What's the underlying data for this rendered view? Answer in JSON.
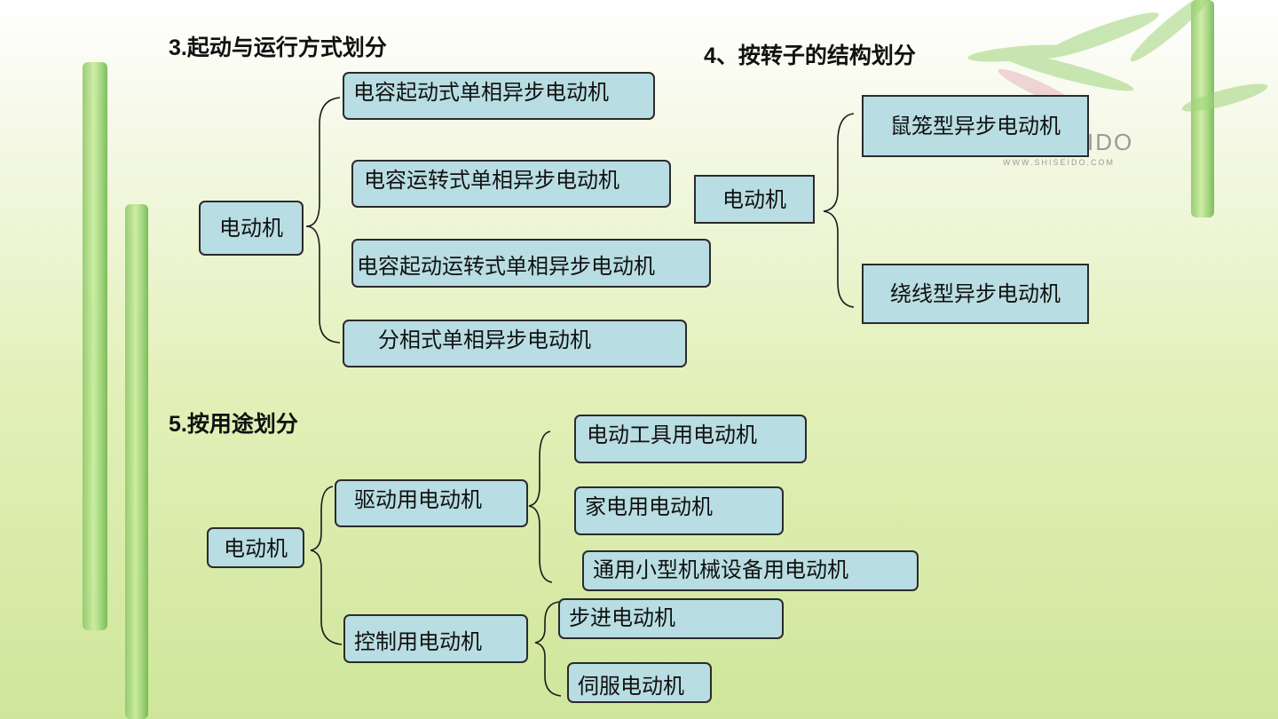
{
  "sections": {
    "start_run": {
      "heading": "3.起动与运行方式划分",
      "root": "电动机",
      "children": [
        "电容起动式单相异步电动机",
        "电容运转式单相异步电动机",
        "电容起动运转式单相异步电动机",
        "分相式单相异步电动机"
      ]
    },
    "rotor": {
      "heading": "4、按转子的结构划分",
      "root": "电动机",
      "children": [
        "鼠笼型异步电动机",
        "绕线型异步电动机"
      ]
    },
    "usage": {
      "heading": "5.按用途划分",
      "root": "电动机",
      "drive": {
        "label": "驱动用电动机",
        "children": [
          "电动工具用电动机",
          "家电用电动机",
          "通用小型机械设备用电动机"
        ]
      },
      "control": {
        "label": "控制用电动机",
        "children": [
          "步进电动机",
          "伺服电动机"
        ]
      }
    }
  },
  "watermark": {
    "brand": "IDO",
    "url": "WWW.SHISEIDO.COM"
  },
  "colors": {
    "node_fill": "#b8dde2",
    "node_border": "#2b2b2b",
    "bamboo": "#8fc86a"
  }
}
